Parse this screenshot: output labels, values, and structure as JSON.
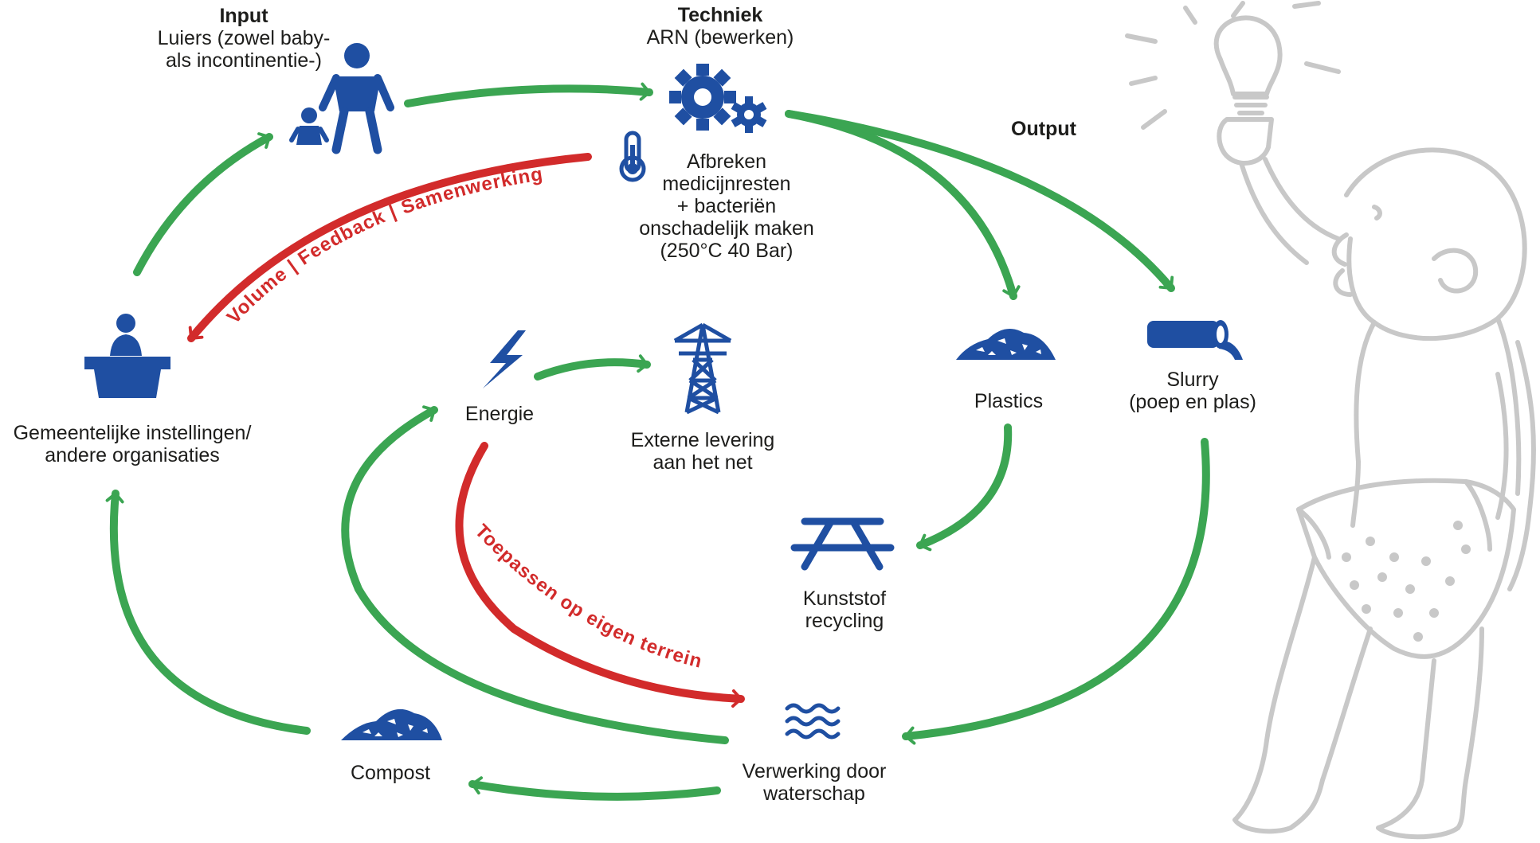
{
  "colors": {
    "green": "#3ba552",
    "red": "#d22b2b",
    "blue": "#1f4fa2",
    "sketch_gray": "#c8c8c8",
    "text": "#1d1d1b"
  },
  "nodes": {
    "input": {
      "heading": "Input",
      "line1": "Luiers (zowel baby-",
      "line2": "als incontinentie-)",
      "icon": "adult-and-baby-icon"
    },
    "techniek": {
      "heading": "Techniek",
      "subtitle": "ARN (bewerken)",
      "icon": "gears-icon"
    },
    "afbreken": {
      "line1": "Afbreken",
      "line2": "medicijnresten",
      "line3": "+ bacteriën",
      "line4": "onschadelijk maken",
      "line5": "(250°C 40 Bar)",
      "icon": "thermometer-icon"
    },
    "output": {
      "heading": "Output"
    },
    "plastics": {
      "label": "Plastics",
      "icon": "plastic-pile-icon"
    },
    "slurry": {
      "line1": "Slurry",
      "line2": "(poep en plas)",
      "icon": "pipe-outflow-icon"
    },
    "kunststof": {
      "line1": "Kunststof",
      "line2": "recycling",
      "icon": "picnic-table-icon"
    },
    "waterschap": {
      "line1": "Verwerking door",
      "line2": "waterschap",
      "icon": "water-waves-icon"
    },
    "compost": {
      "label": "Compost",
      "icon": "compost-pile-icon"
    },
    "gemeente": {
      "line1": "Gemeentelijke instellingen/",
      "line2": "andere organisaties",
      "icon": "person-at-desk-icon"
    },
    "energie": {
      "label": "Energie",
      "icon": "lightning-icon"
    },
    "externe": {
      "line1": "Externe levering",
      "line2": "aan het net",
      "icon": "power-pylon-icon"
    }
  },
  "feedback_labels": {
    "samenwerking": "Volume | Feedback | Samenwerking",
    "toepassen": "Toepassen op eigen terrein"
  },
  "decoration": {
    "icon": "baby-holding-lightbulb-sketch-icon"
  }
}
